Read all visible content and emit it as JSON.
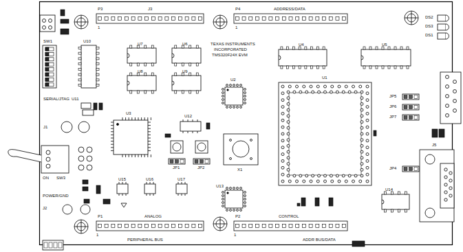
{
  "diagram": {
    "labels": [
      "P3",
      "J3",
      "P4",
      "ADDRESS/DATA",
      "DS2",
      "DS3",
      "DS1",
      "SW1",
      "U10",
      "U7",
      "U6",
      "TEXAS INSTRUMENTS",
      "INCORPORATED",
      "TMS320F24X EVM",
      "U4",
      "U5",
      "U8",
      "U9",
      "U2",
      "U1",
      "JP5",
      "JP6",
      "JP7",
      "SERIAL/JTAG",
      "U11",
      "U3",
      "U12",
      "J1",
      "X1",
      "JP1",
      "JP2",
      "JP4",
      "ON",
      "SW3",
      "U15",
      "U16",
      "U17",
      "U13",
      "U14",
      "J5",
      "POWER/GND",
      "J2",
      "P1",
      "ANALOG",
      "1",
      "PERIPHERAL BUS",
      "P2",
      "CONTROL",
      "1",
      "ADDR BUS/DATA",
      "1",
      "1"
    ]
  }
}
